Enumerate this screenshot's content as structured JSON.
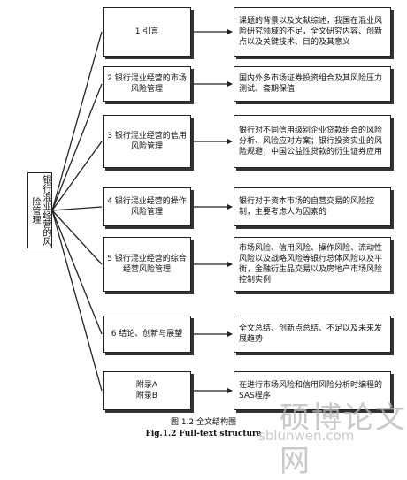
{
  "root": {
    "label": "银行混业经营的风险管理"
  },
  "chapters": [
    {
      "label": "1 引言",
      "desc": "课题的背景以及文献综述，我国在混业风险研究领域的不足，全文研究内容、创新点以及关键技术、目的及其意义"
    },
    {
      "label": "2 银行混业经营的市场风险管理",
      "desc": "国内外多市场证券投资组合及其风险压力测试、套期保值"
    },
    {
      "label": "3 银行混业经营的信用风险管理",
      "desc": "银行对不同信用级别企业贷款组合的风险分析、风险应对方案；银行投资实业的风险规避；中国公益性贷款的衍生证券应用"
    },
    {
      "label": "4 银行混业经营的操作风险管理",
      "desc": "银行对于资本市场的自营交易的风险控制，主要考虑人为因素的"
    },
    {
      "label": "5 银行混业经营的综合经营风险管理",
      "desc": "市场风险、信用风险、操作风险、流动性风险以及战略风险等银行总体风险以及平衡，金融衍生品交易以及房地产市场风险控制实例"
    },
    {
      "label": "6 结论、创新与展望",
      "desc": "全文总结、创新点总结、不足以及未来发展趋势"
    },
    {
      "label": "附录A\n附录B",
      "desc": "在进行市场风险和信用风险分析时编程的SAS程序"
    }
  ],
  "caption": {
    "cn": "图 1.2  全文结构图",
    "en": "Fig.1.2 Full-text structure"
  },
  "watermark": {
    "text": "硕博论文网",
    "url": "sblunwen.com"
  }
}
